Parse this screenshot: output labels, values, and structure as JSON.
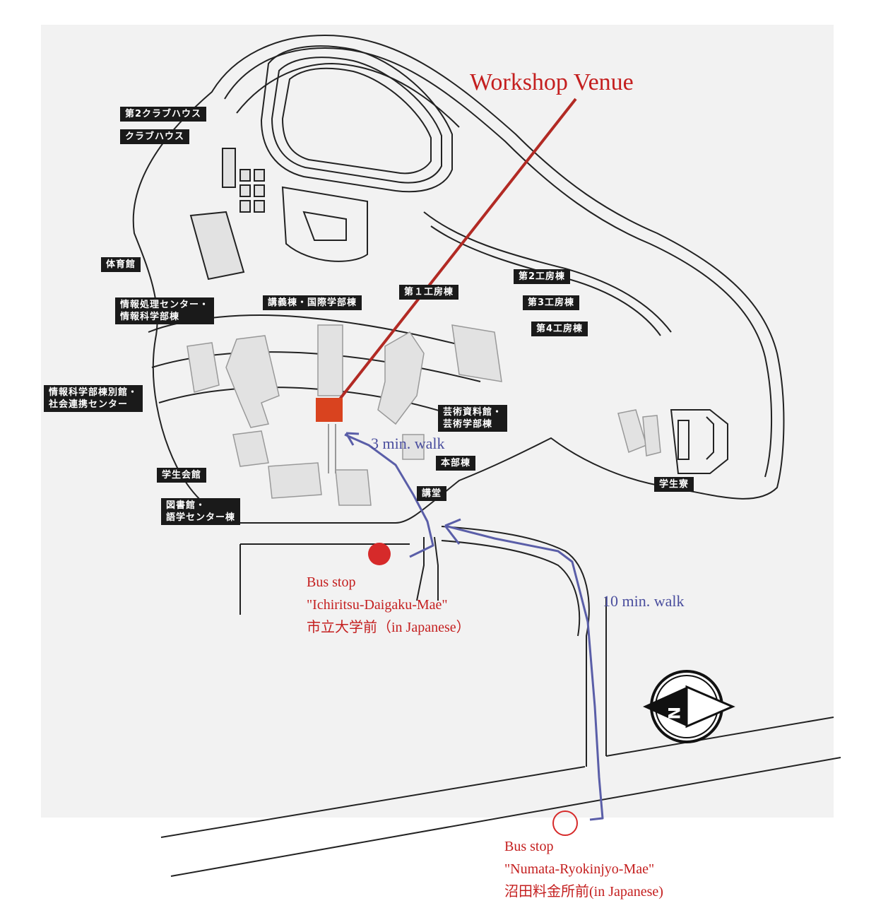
{
  "title": "Workshop Venue",
  "colors": {
    "venue": "#b22a24",
    "venue_fill": "#d9431f",
    "bus_stop": "#d62a2a",
    "route": "#5a5ea8",
    "building": "#e2e2e2",
    "label_bg": "#1a1a1a"
  },
  "buildings": {
    "club2": "第2クラブハウス",
    "club": "クラブハウス",
    "gym": "体育館",
    "info_center": [
      "情報処理センター・",
      "情報科学部棟"
    ],
    "lecture": "講義棟・国際学部棟",
    "kobo1": "第１工房棟",
    "kobo2": "第2工房棟",
    "kobo3": "第3工房棟",
    "kobo4": "第4工房棟",
    "info_annex": [
      "情報科学部棟別館・",
      "社会連携センター"
    ],
    "arts": [
      "芸術資料館・",
      "芸術学部棟"
    ],
    "student_hall": "学生会館",
    "main": "本部棟",
    "auditorium": "講堂",
    "library": [
      "図書館・",
      "語学センター棟"
    ],
    "dorm": "学生寮"
  },
  "routes": {
    "short": "3 min. walk",
    "long": "10 min. walk"
  },
  "bus_stops": [
    {
      "label": "Bus stop",
      "name": "\"Ichiritsu-Daigaku-Mae\"",
      "japanese": "市立大学前（in Japanese）"
    },
    {
      "label": "Bus stop",
      "name": "\"Numata-Ryokinjyo-Mae\"",
      "japanese": "沼田料金所前(in Japanese)"
    }
  ],
  "compass": {
    "letter": "N",
    "icon": "north-arrow-icon"
  }
}
